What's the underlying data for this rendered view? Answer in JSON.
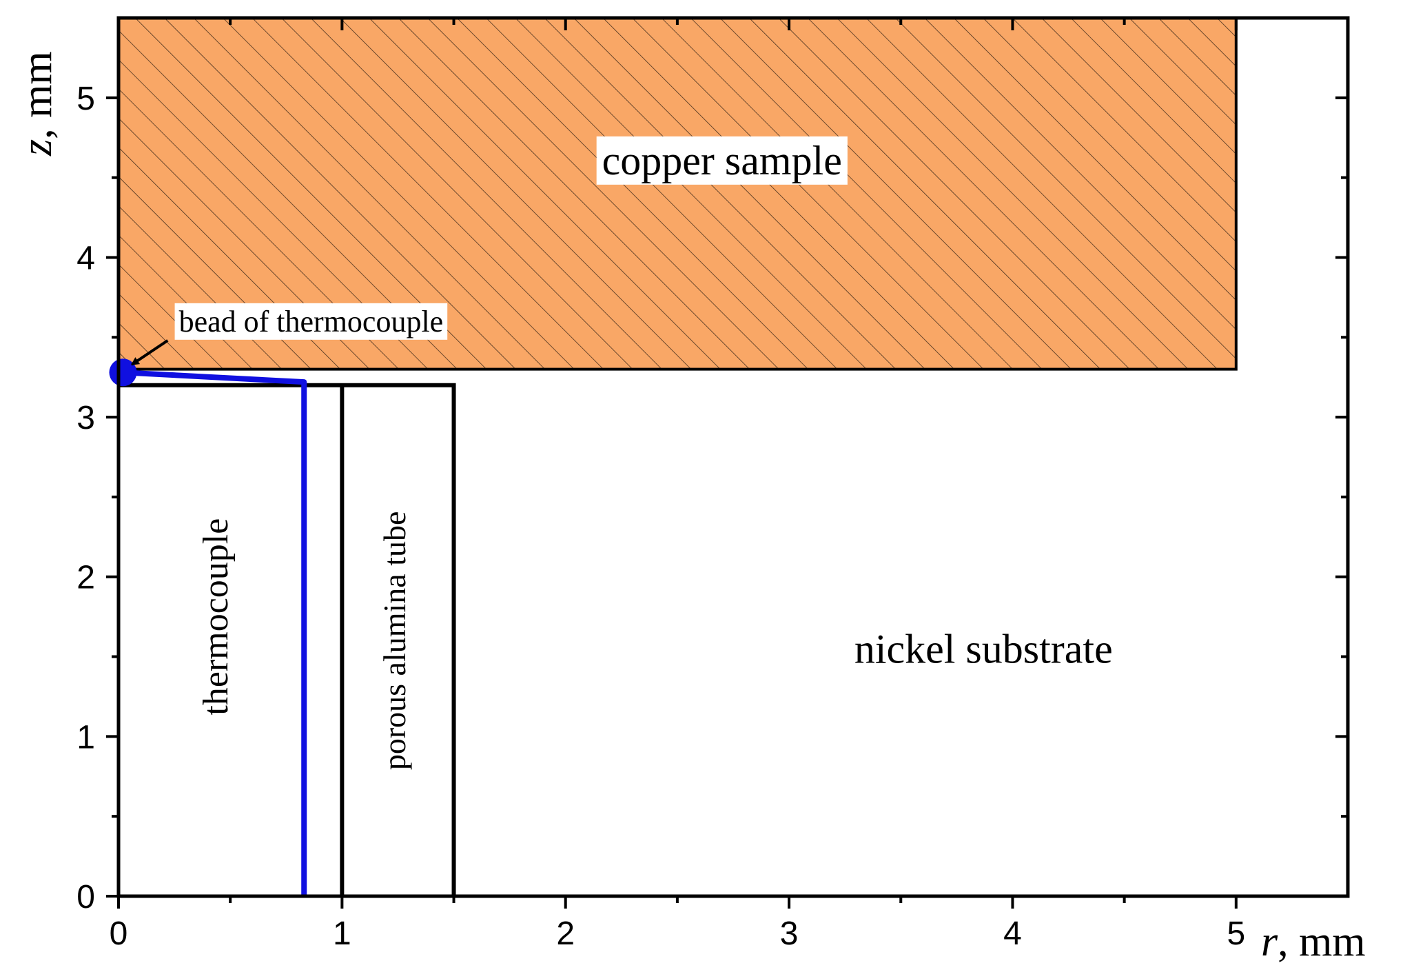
{
  "diagram": {
    "labels": {
      "copper_sample": "copper sample",
      "nickel_substrate": "nickel substrate",
      "thermocouple": "thermocouple",
      "porous_alumina_tube": "porous alumina tube",
      "bead_of_thermocouple": "bead of thermocouple"
    },
    "axes": {
      "x_label_var": "r",
      "x_label_unit": ", mm",
      "y_label_var": "z",
      "y_label_unit": ", mm",
      "x_range": [
        0,
        5.5
      ],
      "y_range": [
        0,
        5.5
      ],
      "x_ticks": [
        0,
        1,
        2,
        3,
        4,
        5
      ],
      "y_ticks": [
        0,
        1,
        2,
        3,
        4,
        5
      ],
      "x_tick_labels": [
        "0",
        "1",
        "2",
        "3",
        "4",
        "5"
      ],
      "y_tick_labels": [
        "0",
        "1",
        "2",
        "3",
        "4",
        "5"
      ]
    },
    "regions": {
      "copper_sample": {
        "r": [
          0,
          5.0
        ],
        "z": [
          3.3,
          5.5
        ],
        "fill": "#f9a766",
        "hatch": true
      },
      "alumina_tube": {
        "r": [
          1.0,
          1.5
        ],
        "z": [
          0,
          3.2
        ]
      },
      "thermocouple_wire": {
        "r": 0.83,
        "z_bottom": 0,
        "z_top": 3.22,
        "color": "#1010e0"
      },
      "bead": {
        "r": 0.02,
        "z": 3.28,
        "color": "#1010e0"
      }
    }
  }
}
